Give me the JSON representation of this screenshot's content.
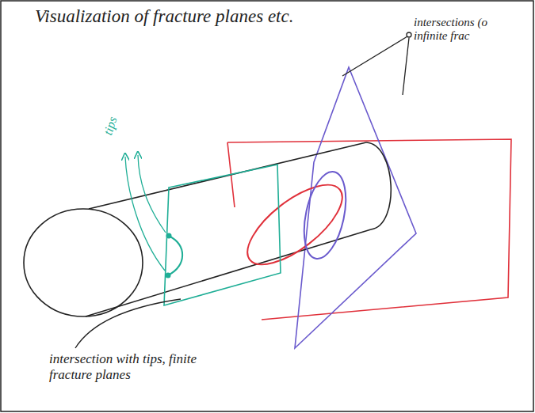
{
  "diagram": {
    "title": "Visualization of fracture planes etc.",
    "labels": [
      "intersections (o infinite frac",
      "tips",
      "intersection with tips, finite fracture planes"
    ]
  }
}
